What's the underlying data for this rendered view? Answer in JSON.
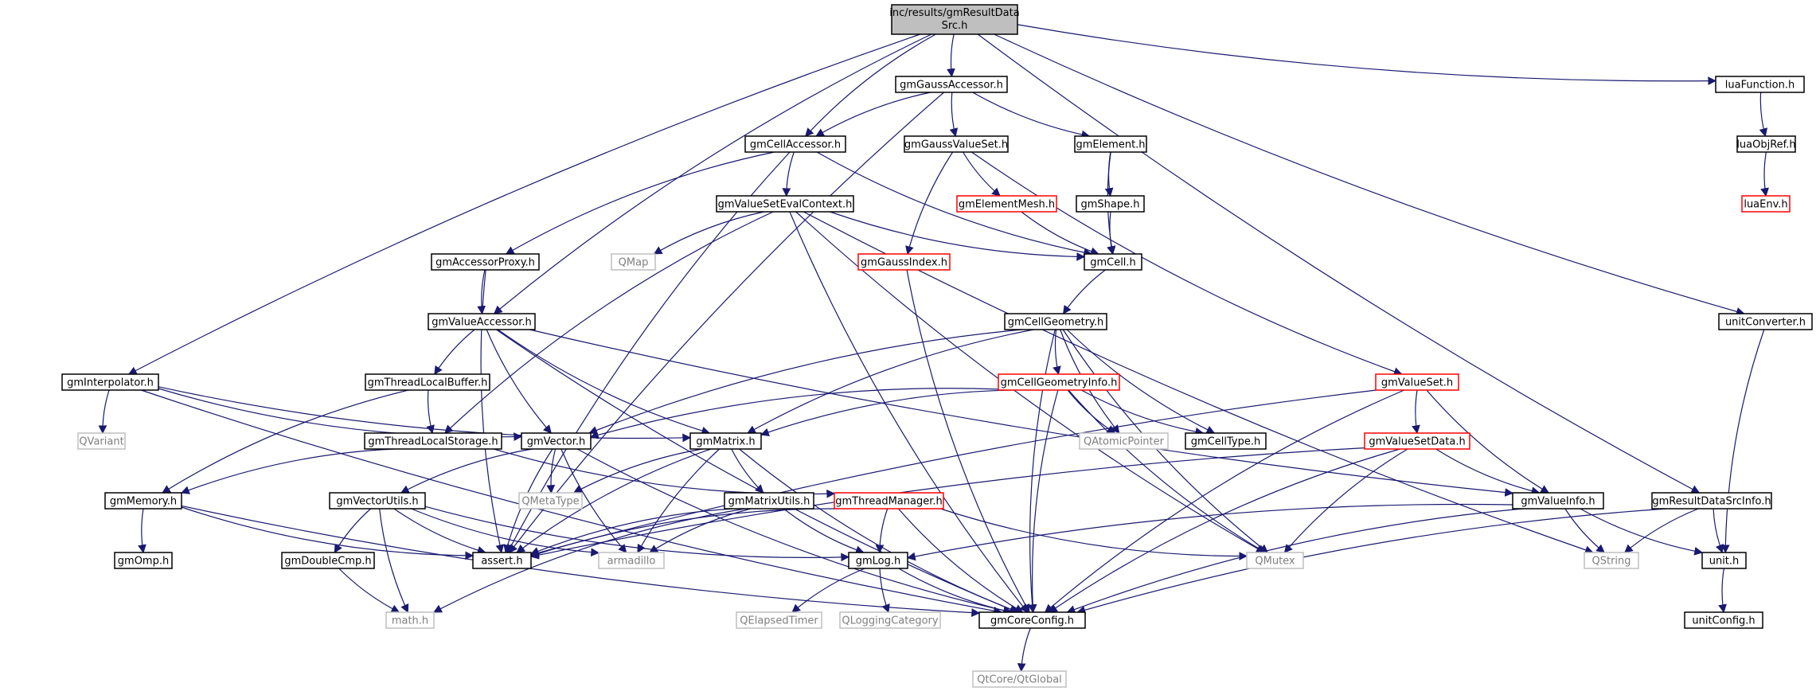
{
  "colors": {
    "edge": "#191970",
    "border_normal": "#000000",
    "border_red": "#ff0000",
    "border_external": "#bfbfbf",
    "text_normal": "#000000",
    "text_external": "#7f7f7f",
    "root_fill": "#bfbfbf",
    "fill": "#ffffff"
  },
  "nodes": [
    {
      "id": "root",
      "label": "inc/results/gmResultData",
      "label2": "Src.h",
      "kind": "root"
    },
    {
      "id": "gaussacc",
      "label": "gmGaussAccessor.h",
      "kind": "normal"
    },
    {
      "id": "luafunc",
      "label": "luaFunction.h",
      "kind": "normal"
    },
    {
      "id": "cellacc",
      "label": "gmCellAccessor.h",
      "kind": "normal"
    },
    {
      "id": "gaussvs",
      "label": "gmGaussValueSet.h",
      "kind": "normal"
    },
    {
      "id": "element",
      "label": "gmElement.h",
      "kind": "normal"
    },
    {
      "id": "luaobj",
      "label": "luaObjRef.h",
      "kind": "normal"
    },
    {
      "id": "vsevalctx",
      "label": "gmValueSetEvalContext.h",
      "kind": "normal"
    },
    {
      "id": "elemmesh",
      "label": "gmElementMesh.h",
      "kind": "red"
    },
    {
      "id": "shape",
      "label": "gmShape.h",
      "kind": "normal"
    },
    {
      "id": "luaenv",
      "label": "luaEnv.h",
      "kind": "red"
    },
    {
      "id": "accproxy",
      "label": "gmAccessorProxy.h",
      "kind": "normal"
    },
    {
      "id": "qmap",
      "label": "QMap",
      "kind": "external"
    },
    {
      "id": "gaussidx",
      "label": "gmGaussIndex.h",
      "kind": "red"
    },
    {
      "id": "cell",
      "label": "gmCell.h",
      "kind": "normal"
    },
    {
      "id": "valacc",
      "label": "gmValueAccessor.h",
      "kind": "normal"
    },
    {
      "id": "cellgeom",
      "label": "gmCellGeometry.h",
      "kind": "normal"
    },
    {
      "id": "unitconv",
      "label": "unitConverter.h",
      "kind": "normal"
    },
    {
      "id": "interp",
      "label": "gmInterpolator.h",
      "kind": "normal"
    },
    {
      "id": "tlbuf",
      "label": "gmThreadLocalBuffer.h",
      "kind": "normal"
    },
    {
      "id": "cellgeominfo",
      "label": "gmCellGeometryInfo.h",
      "kind": "red"
    },
    {
      "id": "valueset",
      "label": "gmValueSet.h",
      "kind": "red"
    },
    {
      "id": "qvariant",
      "label": "QVariant",
      "kind": "external"
    },
    {
      "id": "tlstore",
      "label": "gmThreadLocalStorage.h",
      "kind": "normal"
    },
    {
      "id": "vector",
      "label": "gmVector.h",
      "kind": "normal"
    },
    {
      "id": "matrix",
      "label": "gmMatrix.h",
      "kind": "normal"
    },
    {
      "id": "qatomic",
      "label": "QAtomicPointer",
      "kind": "external"
    },
    {
      "id": "celltype",
      "label": "gmCellType.h",
      "kind": "normal"
    },
    {
      "id": "vsdata",
      "label": "gmValueSetData.h",
      "kind": "red"
    },
    {
      "id": "memory",
      "label": "gmMemory.h",
      "kind": "normal"
    },
    {
      "id": "vecutils",
      "label": "gmVectorUtils.h",
      "kind": "normal"
    },
    {
      "id": "qmetatype",
      "label": "QMetaType",
      "kind": "external"
    },
    {
      "id": "matutils",
      "label": "gmMatrixUtils.h",
      "kind": "normal"
    },
    {
      "id": "threadmgr",
      "label": "gmThreadManager.h",
      "kind": "red"
    },
    {
      "id": "valueinfo",
      "label": "gmValueInfo.h",
      "kind": "normal"
    },
    {
      "id": "rdsinfo",
      "label": "gmResultDataSrcInfo.h",
      "kind": "normal"
    },
    {
      "id": "omp",
      "label": "gmOmp.h",
      "kind": "normal"
    },
    {
      "id": "dblcmp",
      "label": "gmDoubleCmp.h",
      "kind": "normal"
    },
    {
      "id": "assert",
      "label": "assert.h",
      "kind": "normal"
    },
    {
      "id": "armadillo",
      "label": "armadillo",
      "kind": "external"
    },
    {
      "id": "log",
      "label": "gmLog.h",
      "kind": "normal"
    },
    {
      "id": "qmutex",
      "label": "QMutex",
      "kind": "external"
    },
    {
      "id": "qstring",
      "label": "QString",
      "kind": "external"
    },
    {
      "id": "unit",
      "label": "unit.h",
      "kind": "normal"
    },
    {
      "id": "math",
      "label": "math.h",
      "kind": "external"
    },
    {
      "id": "qelapsed",
      "label": "QElapsedTimer",
      "kind": "external"
    },
    {
      "id": "qlogcat",
      "label": "QLoggingCategory",
      "kind": "external"
    },
    {
      "id": "coreconfig",
      "label": "gmCoreConfig.h",
      "kind": "normal"
    },
    {
      "id": "unitconfig",
      "label": "unitConfig.h",
      "kind": "normal"
    },
    {
      "id": "qtglobal",
      "label": "QtCore/QtGlobal",
      "kind": "external"
    }
  ],
  "edges": [
    [
      "root",
      "gaussacc"
    ],
    [
      "root",
      "cellacc"
    ],
    [
      "root",
      "luafunc"
    ],
    [
      "root",
      "valacc"
    ],
    [
      "root",
      "interp"
    ],
    [
      "root",
      "unitconv"
    ],
    [
      "root",
      "rdsinfo"
    ],
    [
      "luafunc",
      "luaobj"
    ],
    [
      "luaobj",
      "luaenv"
    ],
    [
      "gaussacc",
      "cellacc"
    ],
    [
      "gaussacc",
      "gaussvs"
    ],
    [
      "gaussacc",
      "element"
    ],
    [
      "gaussacc",
      "assert"
    ],
    [
      "cellacc",
      "vsevalctx"
    ],
    [
      "cellacc",
      "accproxy"
    ],
    [
      "cellacc",
      "cell"
    ],
    [
      "cellacc",
      "assert"
    ],
    [
      "gaussvs",
      "elemmesh"
    ],
    [
      "gaussvs",
      "gaussidx"
    ],
    [
      "gaussvs",
      "valueset"
    ],
    [
      "element",
      "shape"
    ],
    [
      "element",
      "cell"
    ],
    [
      "elemmesh",
      "cell"
    ],
    [
      "shape",
      "cell"
    ],
    [
      "vsevalctx",
      "qmap"
    ],
    [
      "vsevalctx",
      "cell"
    ],
    [
      "vsevalctx",
      "tlstore"
    ],
    [
      "vsevalctx",
      "qmutex"
    ],
    [
      "vsevalctx",
      "qstring"
    ],
    [
      "vsevalctx",
      "coreconfig"
    ],
    [
      "accproxy",
      "valacc"
    ],
    [
      "accproxy",
      "assert"
    ],
    [
      "gaussidx",
      "coreconfig"
    ],
    [
      "cell",
      "cellgeom"
    ],
    [
      "valacc",
      "tlbuf"
    ],
    [
      "valacc",
      "vector"
    ],
    [
      "valacc",
      "matrix"
    ],
    [
      "valacc",
      "valueinfo"
    ],
    [
      "valacc",
      "coreconfig"
    ],
    [
      "cellgeom",
      "cellgeominfo"
    ],
    [
      "cellgeom",
      "vector"
    ],
    [
      "cellgeom",
      "matrix"
    ],
    [
      "cellgeom",
      "qatomic"
    ],
    [
      "cellgeom",
      "celltype"
    ],
    [
      "cellgeom",
      "qmutex"
    ],
    [
      "cellgeom",
      "coreconfig"
    ],
    [
      "cellgeominfo",
      "vector"
    ],
    [
      "cellgeominfo",
      "matrix"
    ],
    [
      "cellgeominfo",
      "qatomic"
    ],
    [
      "cellgeominfo",
      "celltype"
    ],
    [
      "cellgeominfo",
      "qmutex"
    ],
    [
      "cellgeominfo",
      "coreconfig"
    ],
    [
      "interp",
      "qvariant"
    ],
    [
      "interp",
      "vector"
    ],
    [
      "interp",
      "matrix"
    ],
    [
      "interp",
      "coreconfig"
    ],
    [
      "tlbuf",
      "tlstore"
    ],
    [
      "tlbuf",
      "memory"
    ],
    [
      "tlstore",
      "memory"
    ],
    [
      "tlstore",
      "threadmgr"
    ],
    [
      "vector",
      "vecutils"
    ],
    [
      "vector",
      "qmetatype"
    ],
    [
      "vector",
      "assert"
    ],
    [
      "vector",
      "armadillo"
    ],
    [
      "vector",
      "coreconfig"
    ],
    [
      "matrix",
      "matutils"
    ],
    [
      "matrix",
      "qmetatype"
    ],
    [
      "matrix",
      "assert"
    ],
    [
      "matrix",
      "armadillo"
    ],
    [
      "matrix",
      "coreconfig"
    ],
    [
      "valueset",
      "vsdata"
    ],
    [
      "valueset",
      "valueinfo"
    ],
    [
      "valueset",
      "assert"
    ],
    [
      "valueset",
      "coreconfig"
    ],
    [
      "vsdata",
      "valueinfo"
    ],
    [
      "vsdata",
      "assert"
    ],
    [
      "vsdata",
      "qmutex"
    ],
    [
      "vsdata",
      "coreconfig"
    ],
    [
      "memory",
      "omp"
    ],
    [
      "memory",
      "assert"
    ],
    [
      "memory",
      "coreconfig"
    ],
    [
      "vecutils",
      "dblcmp"
    ],
    [
      "vecutils",
      "math"
    ],
    [
      "vecutils",
      "assert"
    ],
    [
      "vecutils",
      "armadillo"
    ],
    [
      "vecutils",
      "log"
    ],
    [
      "matutils",
      "assert"
    ],
    [
      "matutils",
      "armadillo"
    ],
    [
      "matutils",
      "log"
    ],
    [
      "matutils",
      "math"
    ],
    [
      "threadmgr",
      "log"
    ],
    [
      "threadmgr",
      "assert"
    ],
    [
      "threadmgr",
      "qmutex"
    ],
    [
      "threadmgr",
      "coreconfig"
    ],
    [
      "valueinfo",
      "log"
    ],
    [
      "valueinfo",
      "qstring"
    ],
    [
      "valueinfo",
      "unit"
    ],
    [
      "valueinfo",
      "coreconfig"
    ],
    [
      "rdsinfo",
      "qstring"
    ],
    [
      "rdsinfo",
      "unit"
    ],
    [
      "rdsinfo",
      "coreconfig"
    ],
    [
      "unitconv",
      "unit"
    ],
    [
      "unit",
      "unitconfig"
    ],
    [
      "dblcmp",
      "math"
    ],
    [
      "log",
      "qelapsed"
    ],
    [
      "log",
      "qlogcat"
    ],
    [
      "log",
      "coreconfig"
    ],
    [
      "coreconfig",
      "qtglobal"
    ]
  ]
}
